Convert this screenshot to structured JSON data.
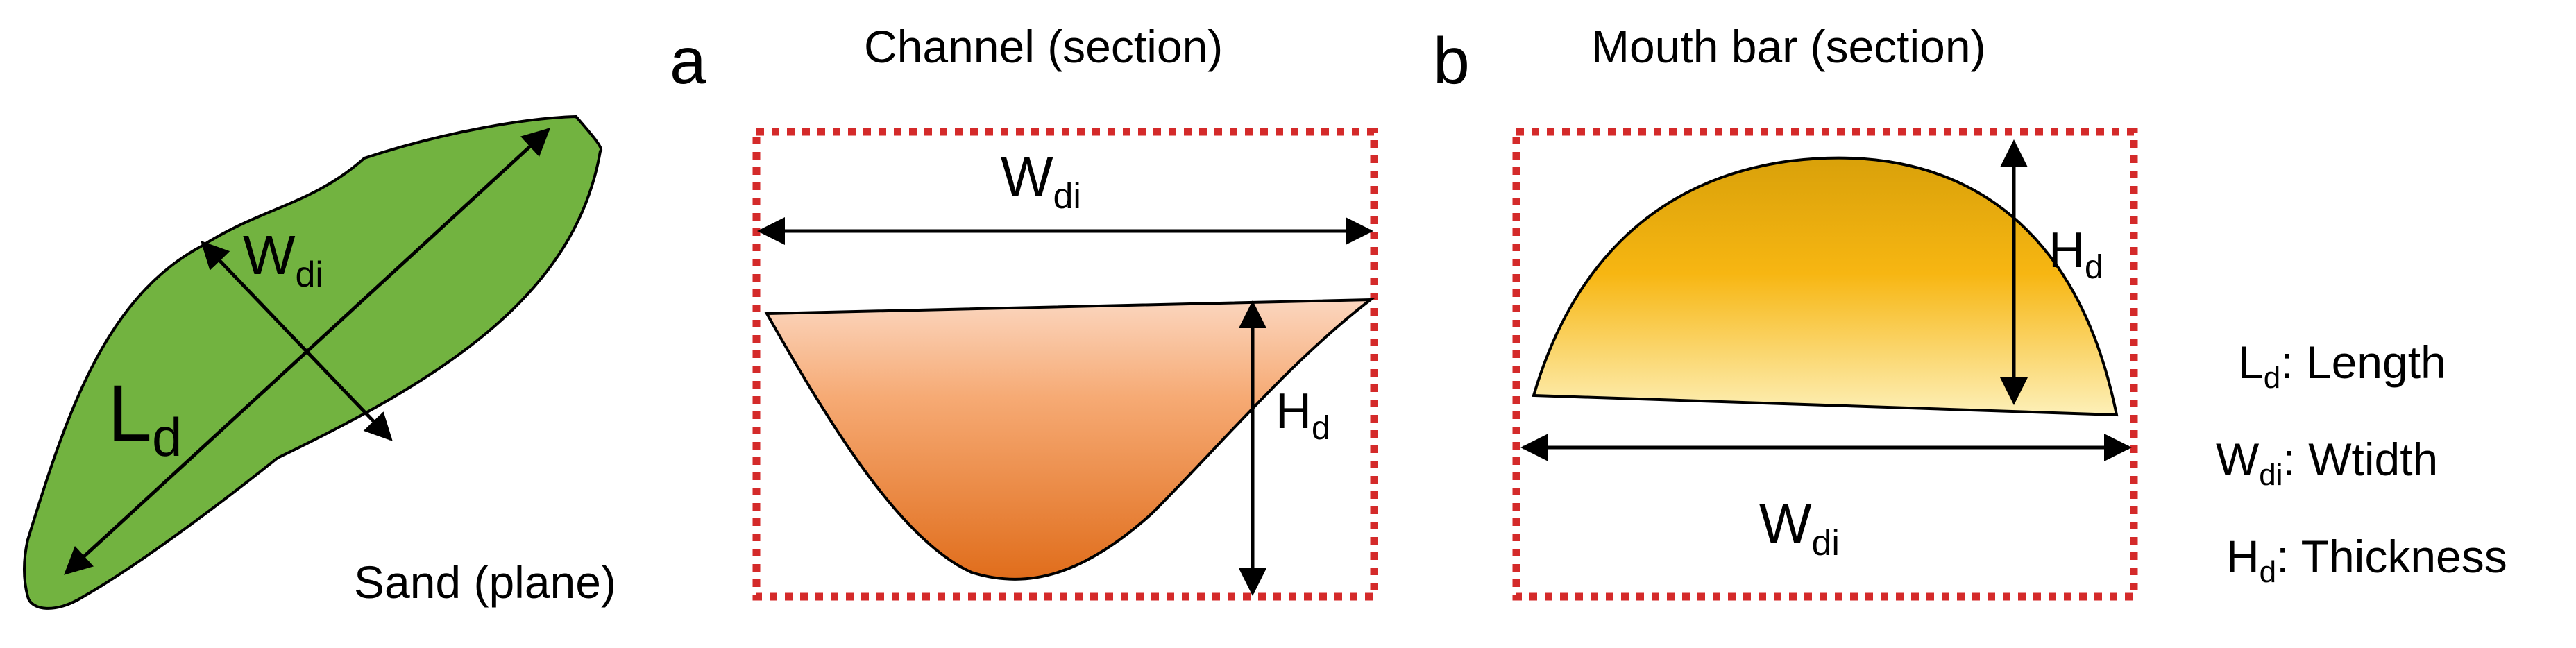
{
  "panels": {
    "plane": {
      "caption": "Sand (plane)",
      "width_label": {
        "main": "W",
        "sub": "di"
      },
      "length_label": {
        "main": "L",
        "sub": "d"
      }
    },
    "a": {
      "letter": "a",
      "title": "Channel (section)",
      "width_label": {
        "main": "W",
        "sub": "di"
      },
      "height_label": {
        "main": "H",
        "sub": "d"
      }
    },
    "b": {
      "letter": "b",
      "title": "Mouth bar (section)",
      "width_label": {
        "main": "W",
        "sub": "di"
      },
      "height_label": {
        "main": "H",
        "sub": "d"
      }
    }
  },
  "legend": [
    {
      "symbol": "L",
      "sub": "d",
      "text": ": Length"
    },
    {
      "symbol": "W",
      "sub": "di",
      "text": ": Wtidth"
    },
    {
      "symbol": "H",
      "sub": "d",
      "text": ": Thickness"
    }
  ],
  "colors": {
    "sand_fill": "#72b340",
    "channel_top": "#fbd6bf",
    "channel_bottom": "#e06d1b",
    "bar_top": "#d9a10a",
    "bar_mid": "#f7b612",
    "bar_bottom": "#fdf0b8",
    "dash_frame": "#d42a2a"
  }
}
